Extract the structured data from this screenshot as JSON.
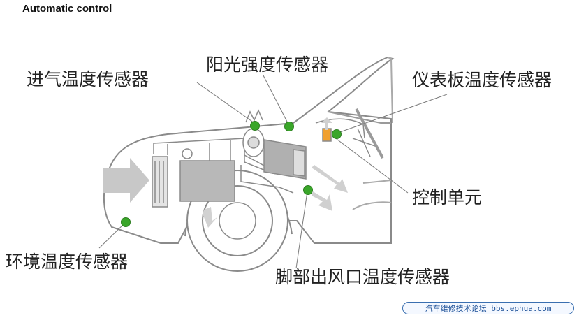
{
  "header": {
    "title": "Automatic control"
  },
  "labels": {
    "intake_air_temp_sensor": "进气温度传感器",
    "sunlight_sensor": "阳光强度传感器",
    "dashboard_temp_sensor": "仪表板温度传感器",
    "control_unit": "控制单元",
    "ambient_temp_sensor": "环境温度传感器",
    "footwell_vent_temp_sensor": "脚部出风口温度传感器"
  },
  "watermark": {
    "text": "汽车维修技术论坛 bbs.ephua.com"
  },
  "colors": {
    "sensor_dot": "#3aa62a",
    "control_unit": "#f0a030",
    "airflow_arrow": "#c8c8c8",
    "line": "#7a7a7a"
  }
}
